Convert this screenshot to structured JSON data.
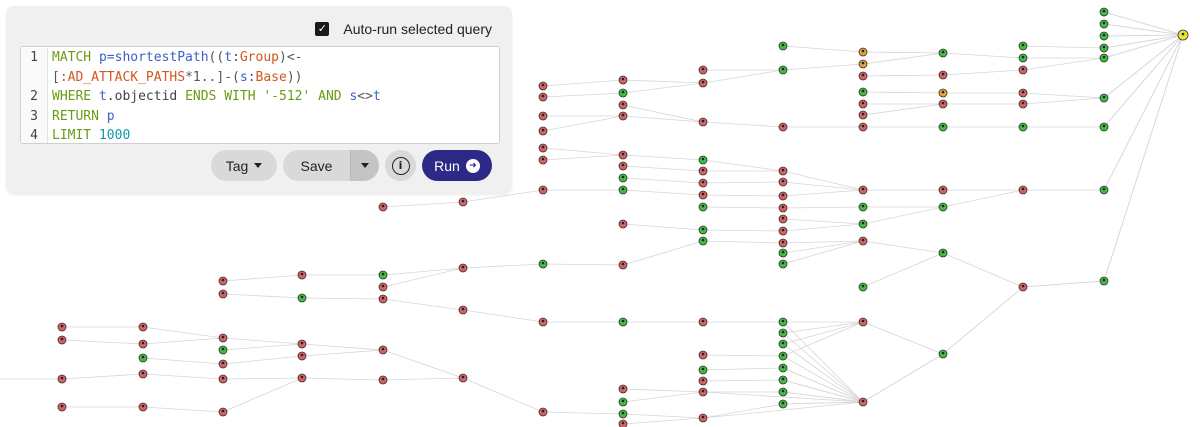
{
  "autorun": {
    "label": "Auto-run selected query",
    "checked": true
  },
  "editor": {
    "line_numbers": [
      "1",
      "",
      "2",
      "3",
      "4"
    ],
    "lines": [
      [
        [
          "kw",
          "MATCH "
        ],
        [
          "fn",
          "p=shortestPath"
        ],
        [
          "op",
          "(("
        ],
        [
          "fn",
          "t"
        ],
        [
          "op",
          ":"
        ],
        [
          "lbl",
          "Group"
        ],
        [
          "op",
          ")<-"
        ]
      ],
      [
        [
          "op",
          "["
        ],
        [
          "lbl",
          ":AD_ATTACK_PATHS"
        ],
        [
          "op",
          "*1..]-("
        ],
        [
          "fn",
          "s"
        ],
        [
          "op",
          ":"
        ],
        [
          "lbl",
          "Base"
        ],
        [
          "op",
          "))"
        ]
      ],
      [
        [
          "kw",
          "WHERE "
        ],
        [
          "fn",
          "t"
        ],
        [
          "pl",
          ".objectid "
        ],
        [
          "kw",
          "ENDS WITH "
        ],
        [
          "str",
          "'-512'"
        ],
        [
          "kw",
          " AND "
        ],
        [
          "fn",
          "s"
        ],
        [
          "op",
          "<>"
        ],
        [
          "fn",
          "t"
        ]
      ],
      [
        [
          "kw",
          "RETURN "
        ],
        [
          "fn",
          "p"
        ]
      ],
      [
        [
          "kw",
          "LIMIT "
        ],
        [
          "num",
          "1000"
        ]
      ]
    ]
  },
  "toolbar": {
    "tag_label": "Tag",
    "save_label": "Save",
    "run_label": "Run"
  },
  "graph": {
    "node_colors": {
      "user": "#d86161",
      "group": "#3fbf3f",
      "computer": "#e8a13a",
      "target": "#e4e634"
    }
  }
}
